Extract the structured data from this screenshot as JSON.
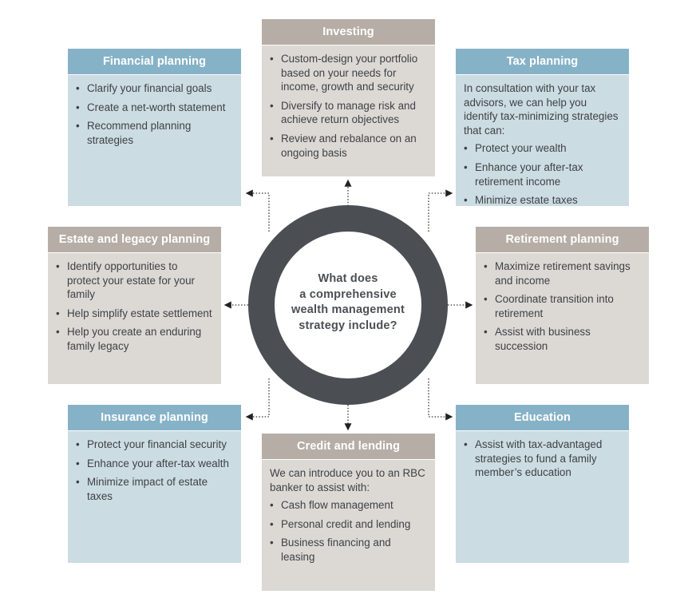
{
  "center": {
    "question_lines": [
      "What does",
      "a comprehensive",
      "wealth management",
      "strategy include?"
    ]
  },
  "colors": {
    "ring": "#4b4f54",
    "blue_header": "#86b2c8",
    "blue_body": "#ccdce3",
    "grey_header": "#b5ada6",
    "grey_body": "#dcd9d5",
    "text": "#3e4146"
  },
  "boxes": {
    "financial": {
      "title": "Financial planning",
      "bullets": [
        "Clarify your financial goals",
        "Create a net-worth statement",
        "Recommend planning strategies"
      ]
    },
    "investing": {
      "title": "Investing",
      "bullets": [
        "Custom-design your portfolio based on your needs for income, growth and security",
        "Diversify to manage risk and achieve return objectives",
        "Review and rebalance on an ongoing basis"
      ]
    },
    "tax": {
      "title": "Tax planning",
      "intro": "In consultation with your tax advisors, we can help you identify tax-minimizing strategies that can:",
      "bullets": [
        "Protect your wealth",
        "Enhance your after-tax retirement income",
        "Minimize estate taxes"
      ]
    },
    "estate": {
      "title": "Estate and legacy planning",
      "bullets": [
        "Identify opportunities to protect your estate for your family",
        "Help simplify estate settlement",
        "Help you create an enduring family legacy"
      ]
    },
    "retirement": {
      "title": "Retirement planning",
      "bullets": [
        "Maximize retirement savings and income",
        "Coordinate transition into retirement",
        "Assist with business succession"
      ]
    },
    "insurance": {
      "title": "Insurance planning",
      "bullets": [
        "Protect your financial security",
        "Enhance your after-tax wealth",
        "Minimize impact of estate taxes"
      ]
    },
    "credit": {
      "title": "Credit and lending",
      "intro": "We can introduce you to an RBC banker to assist with:",
      "bullets": [
        "Cash flow management",
        "Personal credit and lending",
        "Business financing and leasing"
      ]
    },
    "education": {
      "title": "Education",
      "bullets": [
        "Assist with tax-advantaged strategies to fund a family member’s education"
      ]
    }
  }
}
